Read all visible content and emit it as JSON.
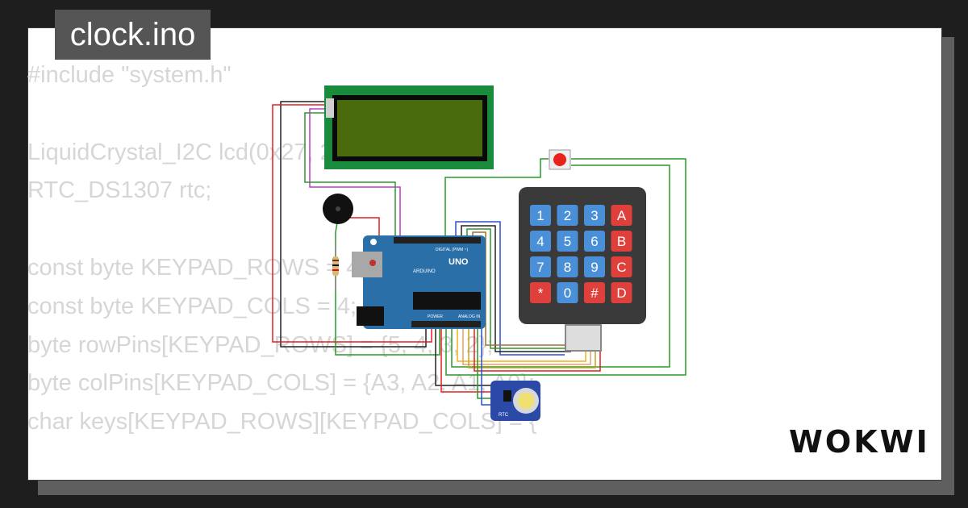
{
  "title": "clock.ino",
  "code_lines": [
    "#include \"system.h\"",
    "",
    "LiquidCrystal_I2C lcd(0x27, 20, 4);",
    "RTC_DS1307 rtc;",
    "",
    "const byte KEYPAD_ROWS = 4;",
    "const byte KEYPAD_COLS = 4;",
    "byte rowPins[KEYPAD_ROWS] = {5, 4, 3, 2};",
    "byte colPins[KEYPAD_COLS] = {A3, A2, A1, A0};",
    "char keys[KEYPAD_ROWS][KEYPAD_COLS] = {"
  ],
  "keypad_keys": [
    [
      "1",
      "2",
      "3",
      "A"
    ],
    [
      "4",
      "5",
      "6",
      "B"
    ],
    [
      "7",
      "8",
      "9",
      "C"
    ],
    [
      "*",
      "0",
      "#",
      "D"
    ]
  ],
  "arduino": {
    "brand": "ARDUINO",
    "model": "UNO",
    "digital_label": "DIGITAL (PWM ~)",
    "power_label": "POWER",
    "analog_label": "ANALOG IN"
  },
  "rtc_label": "RTC",
  "logo": "WOKWI",
  "colors": {
    "background": "#1e1e1e",
    "card": "#ffffff",
    "code_text": "#d6d6d6",
    "lcd_board": "#1a8a3c",
    "lcd_screen": "#4a6a0e",
    "arduino": "#2b6fa8",
    "keypad_blue": "#4a90d9",
    "keypad_red": "#e0403c",
    "button_red": "#e8231c"
  }
}
